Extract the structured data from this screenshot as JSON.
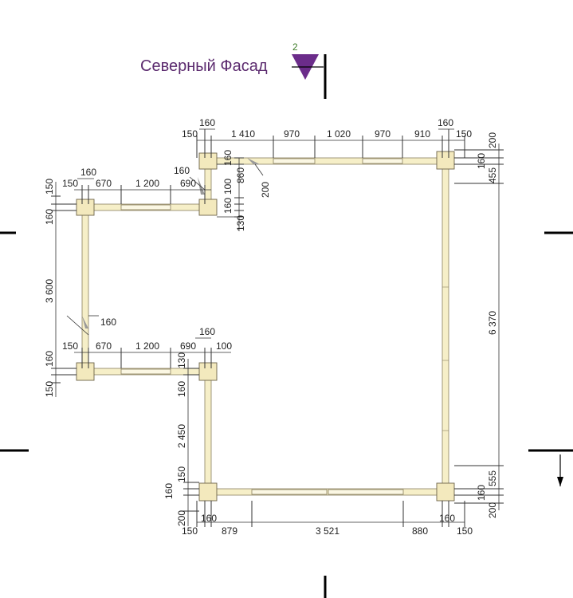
{
  "title": {
    "text": "Северный Фасад",
    "marker_number": "2"
  },
  "colors": {
    "title": "#5b2a6e",
    "marker": "#6b2c8a",
    "marker_number": "#3f7d2a"
  },
  "top_row": [
    "150",
    "160",
    "1 410",
    "970",
    "1 020",
    "970",
    "910",
    "160",
    "150"
  ],
  "left_upper_row": [
    "150",
    "670",
    "1 200",
    "690"
  ],
  "left_upper_extra": [
    "160",
    "160"
  ],
  "inner_dims": [
    "860",
    "100",
    "160",
    "130",
    "200",
    "160"
  ],
  "left_vertical": [
    "150",
    "160",
    "3 600",
    "160",
    "150"
  ],
  "left_lower_row": [
    "150",
    "670",
    "1 200",
    "690",
    "100"
  ],
  "left_lower_extra": [
    "160",
    "160"
  ],
  "lower_vertical": [
    "130",
    "160",
    "2 450",
    "150",
    "160",
    "200"
  ],
  "bottom_row": [
    "150",
    "160",
    "879",
    "3 521",
    "880",
    "160",
    "150"
  ],
  "right_vertical": [
    "200",
    "160",
    "455",
    "6 370",
    "555",
    "160",
    "200"
  ]
}
